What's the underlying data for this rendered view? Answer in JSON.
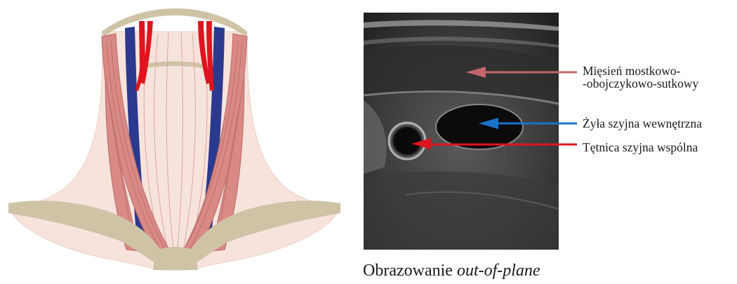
{
  "labels": {
    "scm_line1": "Mięsień mostkowo-",
    "scm_line2": "-obojczykowo-sutkowy",
    "vein": "Żyła szyjna wewnętrzna",
    "artery": "Tętnica szyjna wspólna"
  },
  "caption": {
    "prefix": "Obrazowanie ",
    "italic": "out-of-plane"
  },
  "colors": {
    "muscle_arrow": "#c0666a",
    "vein_arrow": "#1a73c9",
    "artery_arrow": "#e0141e",
    "vein_fill": "#2b3a8f",
    "artery_fill": "#e0141e",
    "muscle_fill": "#d98a86",
    "bone_fill": "#cfc3a6",
    "skin_fill": "#f7e3dc"
  }
}
